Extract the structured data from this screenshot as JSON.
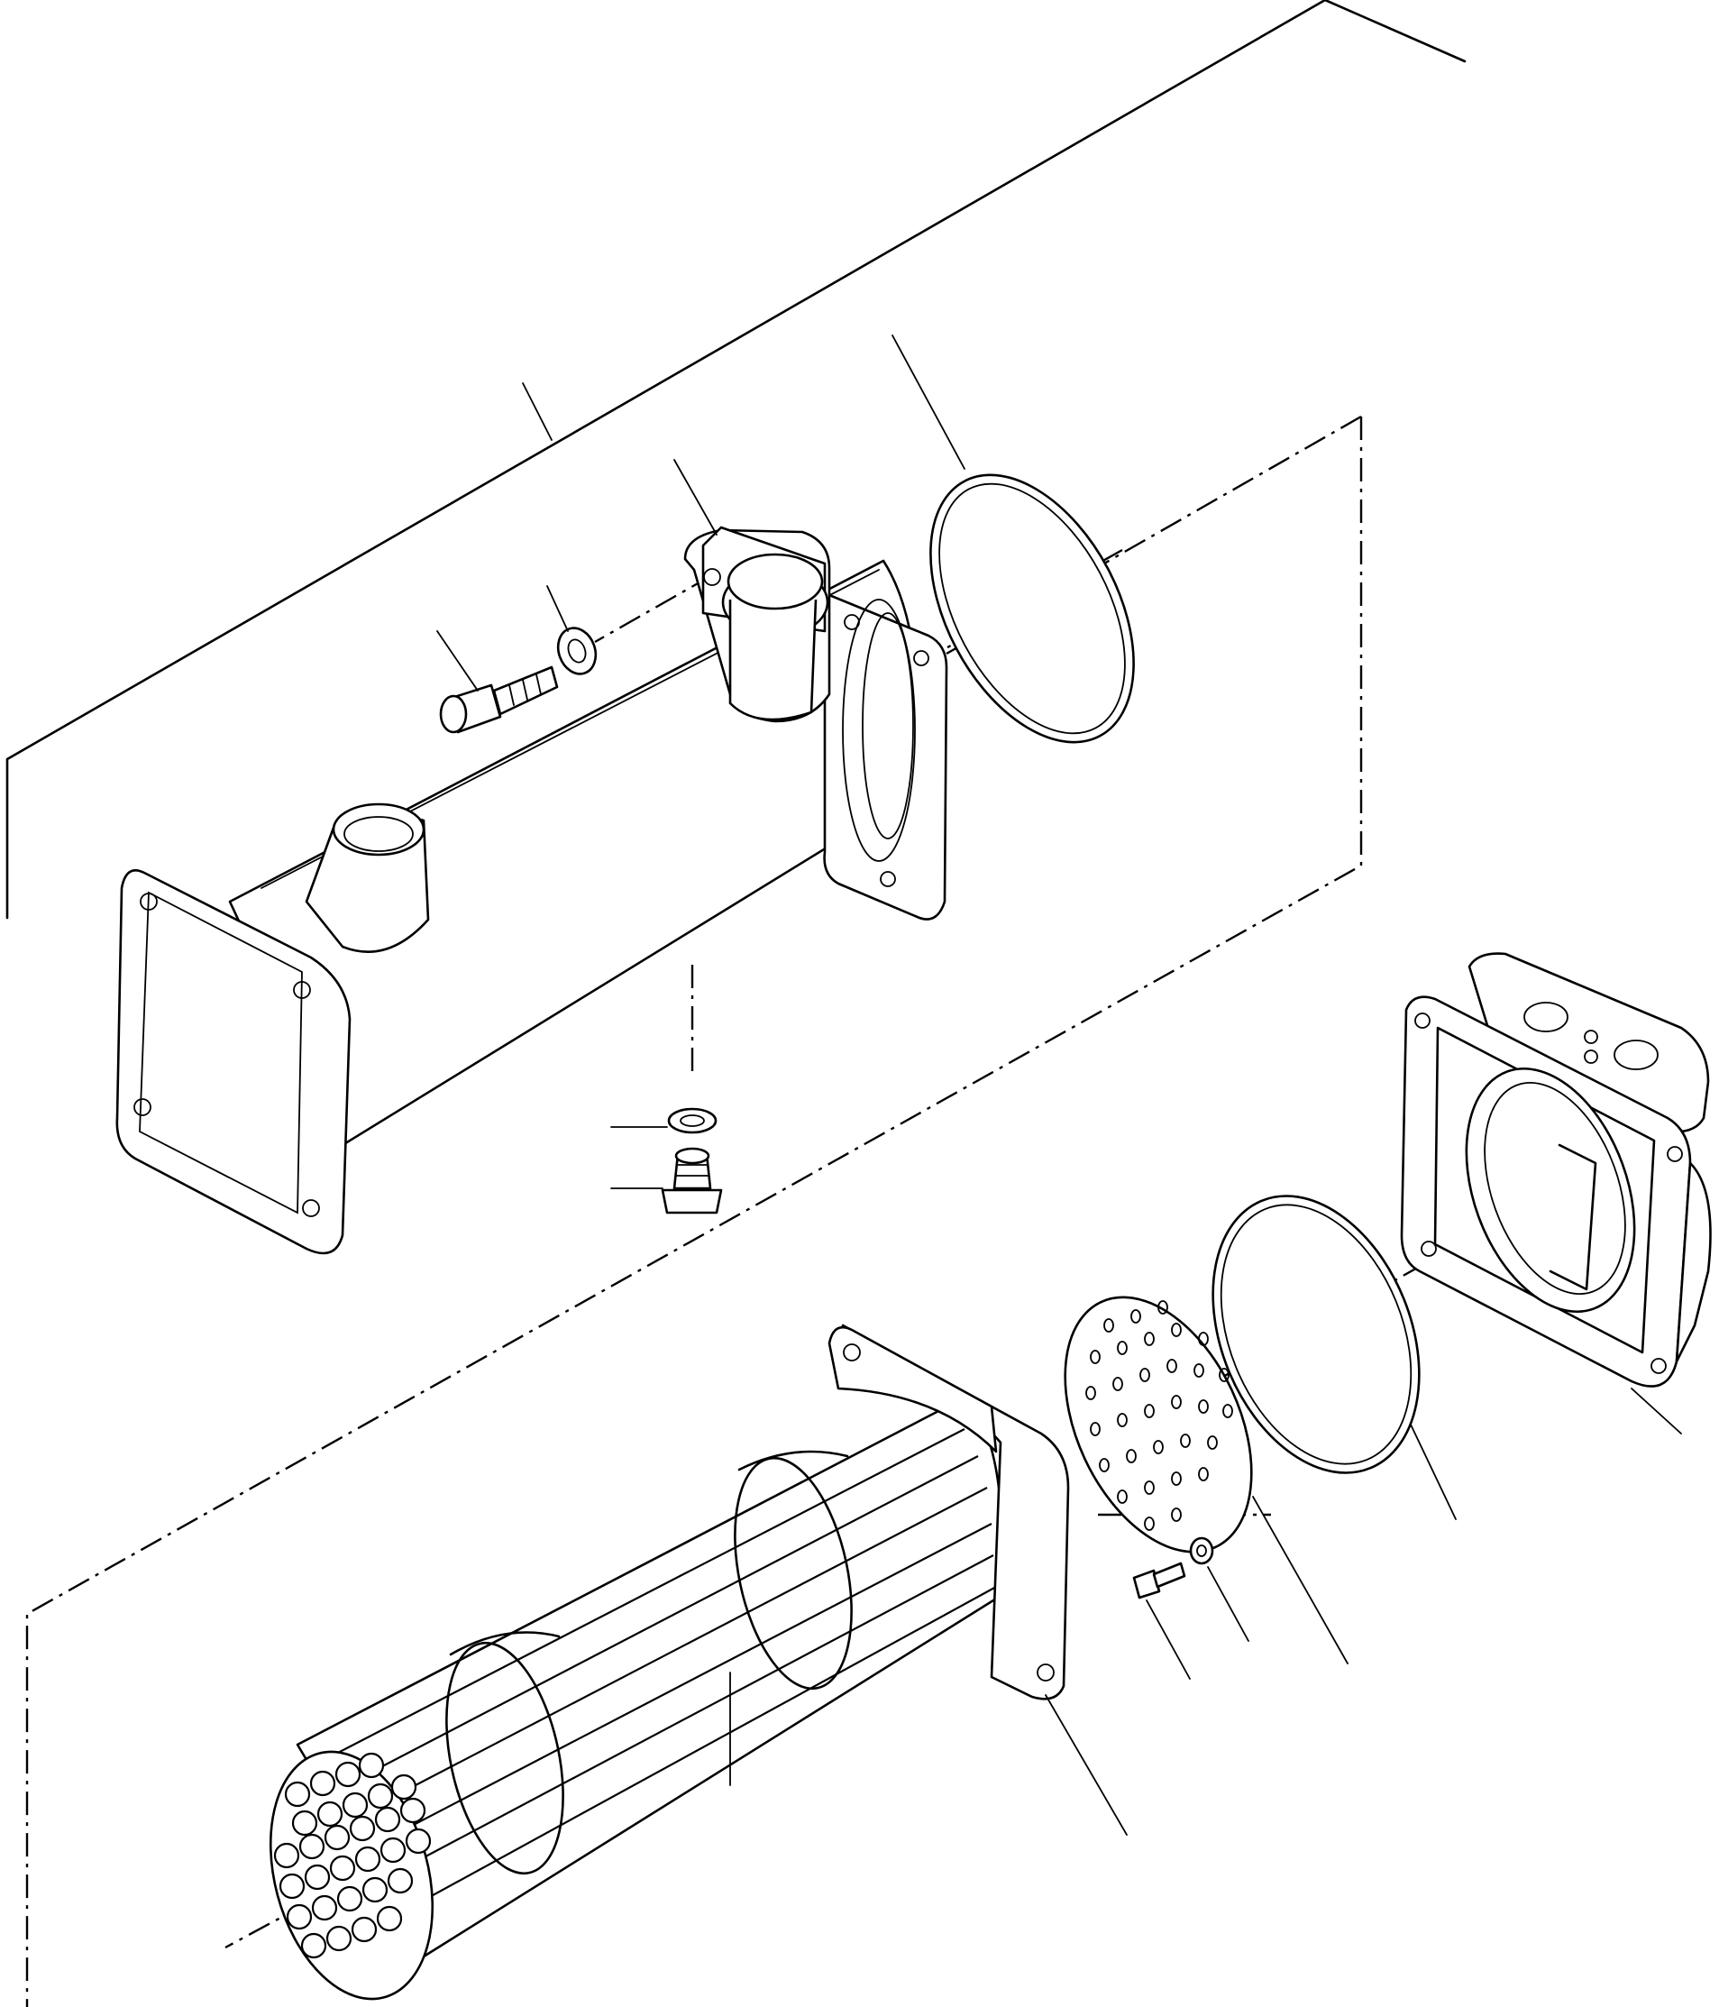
{
  "diagram": {
    "type": "exploded-parts-drawing",
    "parts": [
      {
        "id": "cooler-case",
        "icon": "cooler-case-icon"
      },
      {
        "id": "o-ring-front",
        "icon": "o-ring-icon"
      },
      {
        "id": "element-tube-bundle",
        "icon": "tube-bundle-icon"
      },
      {
        "id": "baffle-plate",
        "icon": "perforated-plate-icon"
      },
      {
        "id": "gasket",
        "icon": "o-ring-icon"
      },
      {
        "id": "cover-housing",
        "icon": "housing-icon"
      },
      {
        "id": "bolt",
        "icon": "bolt-icon"
      },
      {
        "id": "washer",
        "icon": "washer-icon"
      },
      {
        "id": "drain-plug",
        "icon": "plug-icon"
      },
      {
        "id": "drain-washer",
        "icon": "washer-icon"
      },
      {
        "id": "plate-bolt",
        "icon": "bolt-icon"
      },
      {
        "id": "plate-washer",
        "icon": "washer-icon"
      }
    ],
    "colors": {
      "line": "#000000",
      "background": "#ffffff"
    }
  }
}
